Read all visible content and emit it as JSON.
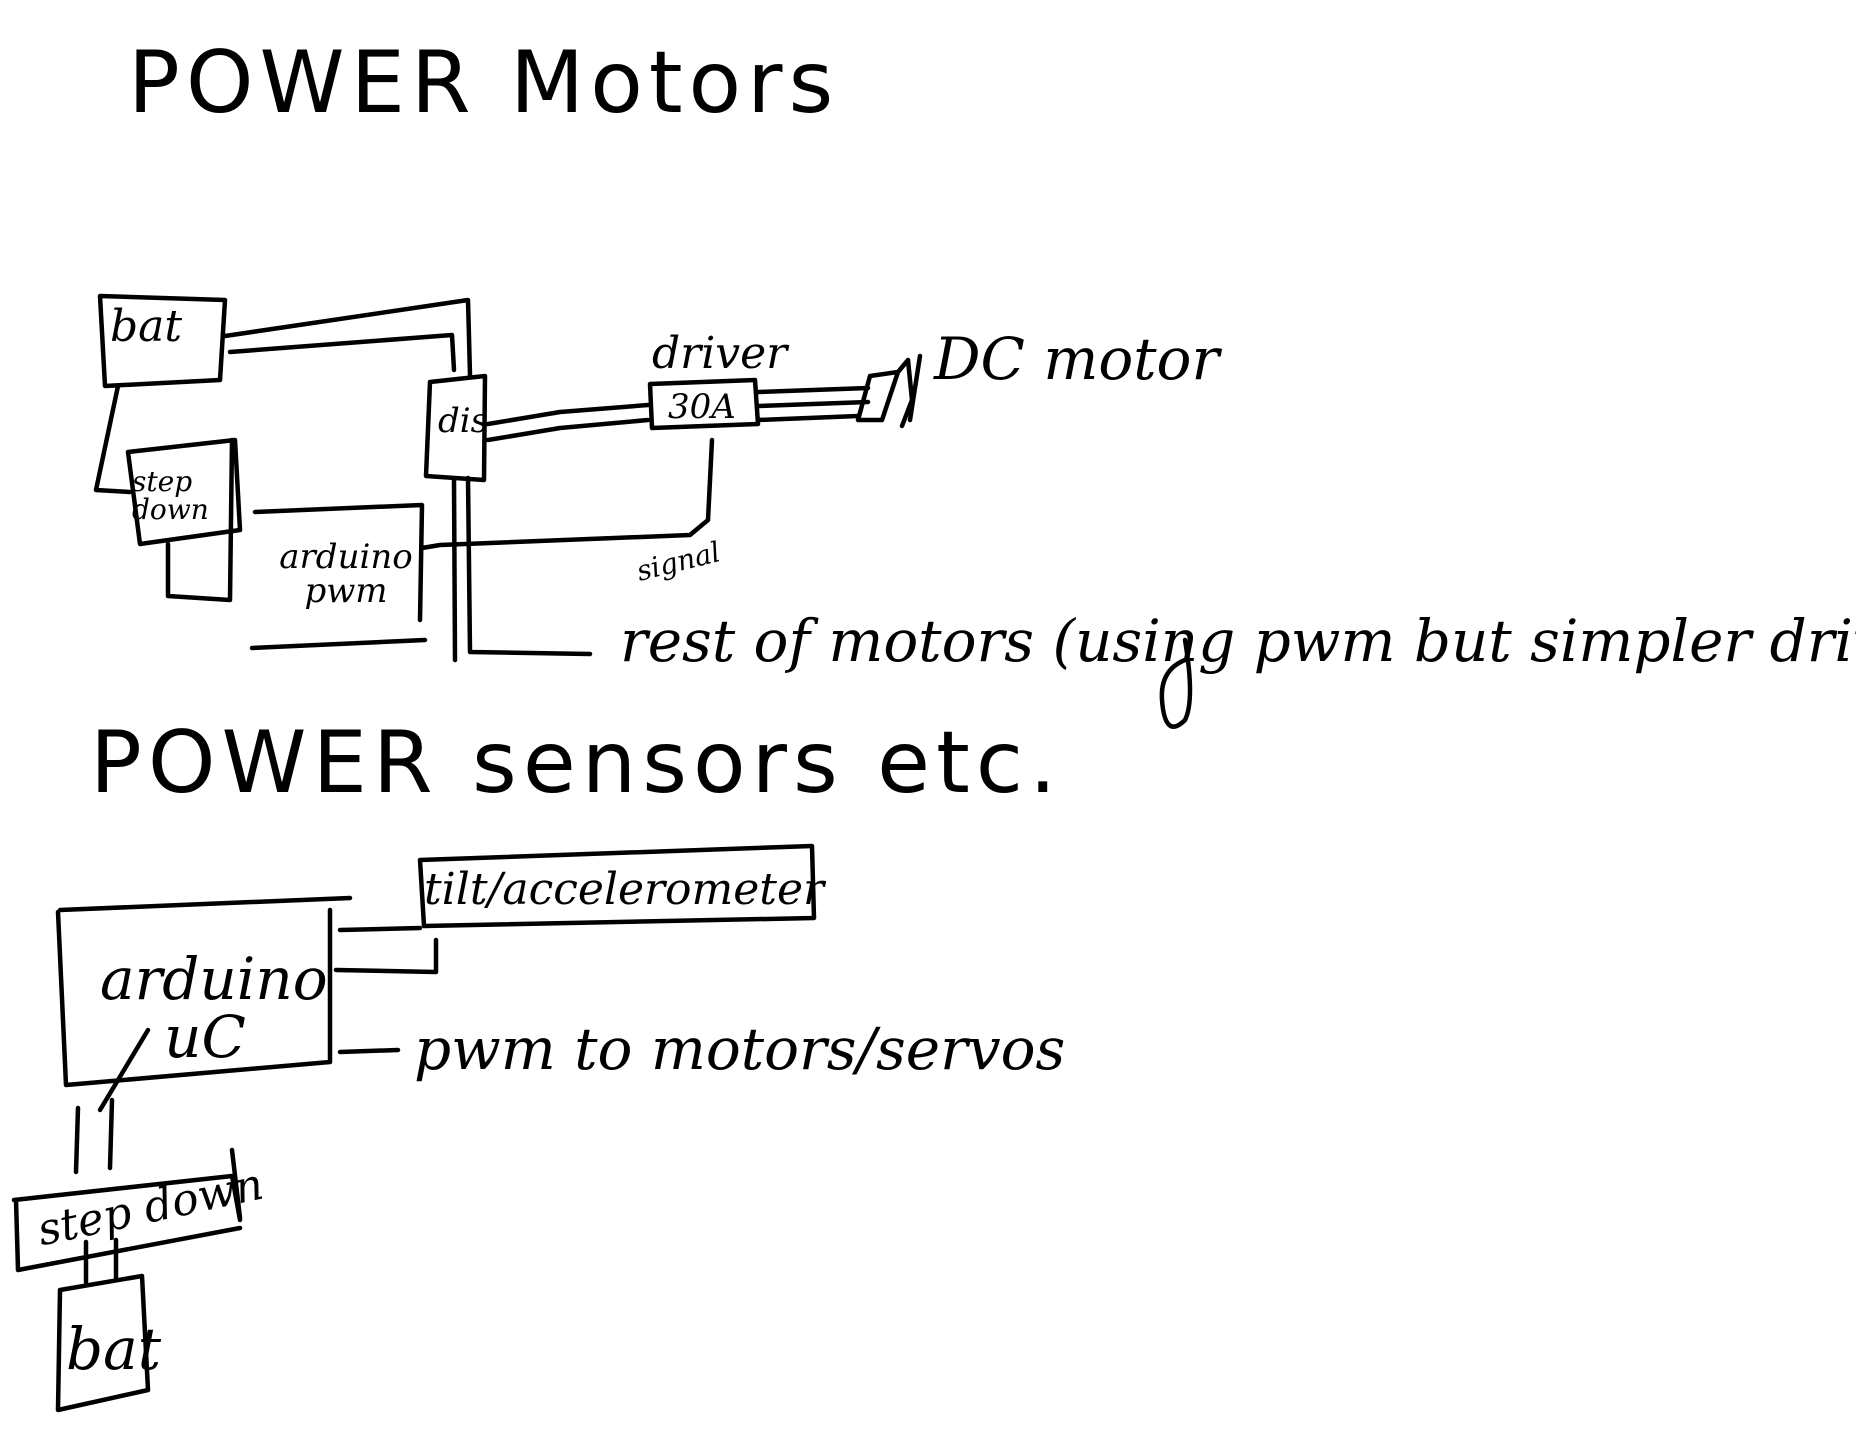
{
  "headings": {
    "power_motors": "POWER Motors",
    "power_sensors": "POWER sensors etc."
  },
  "motors_section": {
    "battery": "bat",
    "step_down": "step down",
    "arduino_pwm": "arduino pwm",
    "distribution": "dis",
    "driver_label": "driver",
    "driver_rating": "30A",
    "dc_motor": "DC motor",
    "signal": "signal",
    "rest_of_motors": "rest of motors (using pwm but simpler drivers)"
  },
  "sensors_section": {
    "arduino_uc": "arduino uC",
    "tilt_accelerometer": "tilt/accelerometer",
    "pwm_output": "pwm to motors/servos",
    "step_down": "step down",
    "battery": "bat"
  },
  "colors": {
    "ink": "#000000",
    "paper": "#ffffff"
  }
}
